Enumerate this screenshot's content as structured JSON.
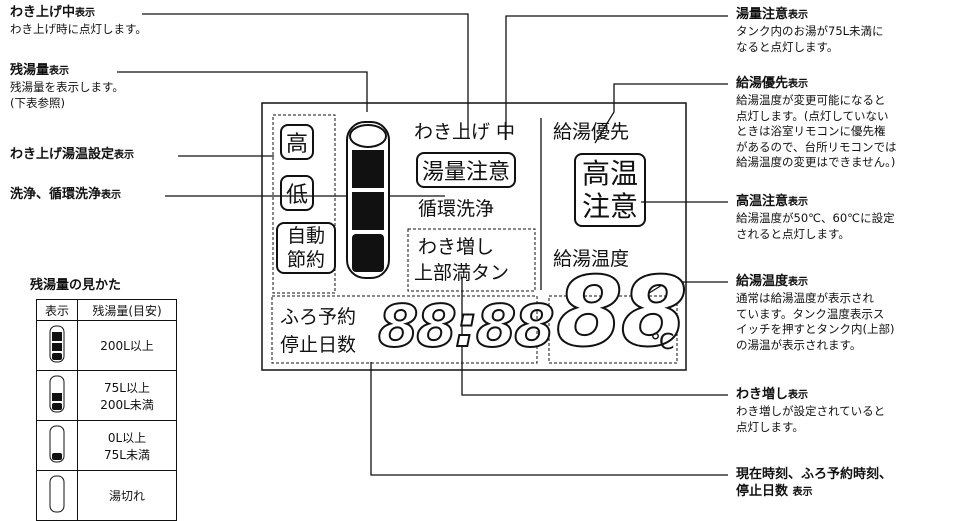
{
  "annotations": {
    "wakiage_chu": {
      "title": "わき上げ中",
      "suffix": "表示",
      "desc": [
        "わき上げ時に点灯します。"
      ]
    },
    "zanyu": {
      "title": "残湯量",
      "suffix": "表示",
      "desc": [
        "残湯量を表示します。",
        "(下表参照)"
      ]
    },
    "wakiage_ondo": {
      "title": "わき上げ湯温設定",
      "suffix": "表示",
      "desc": []
    },
    "senjo": {
      "title": "洗浄、循環洗浄",
      "suffix": "表示",
      "desc": []
    },
    "yuryo_chui": {
      "title": "湯量注意",
      "suffix": "表示",
      "desc": [
        "タンク内のお湯が75L未満に",
        "なると点灯します。"
      ]
    },
    "kyuto_yusen": {
      "title": "給湯優先",
      "suffix": "表示",
      "desc": [
        "給湯温度が変更可能になると",
        "点灯します。(点灯していない",
        "ときは浴室リモコンに優先権",
        "があるので、台所リモコンでは",
        "給湯温度の変更はできません。)"
      ]
    },
    "koon_chui": {
      "title": "高温注意",
      "suffix": "表示",
      "desc": [
        "給湯温度が50℃、60℃に設定",
        "されると点灯します。"
      ]
    },
    "kyuto_ondo": {
      "title": "給湯温度",
      "suffix": "表示",
      "desc": [
        "通常は給湯温度が表示され",
        "ています。タンク温度表示ス",
        "イッチを押すとタンク内(上部)",
        "の湯温が表示されます。"
      ]
    },
    "wakimashi": {
      "title": "わき増し",
      "suffix": "表示",
      "desc": [
        "わき増しが設定されていると",
        "点灯します。"
      ]
    },
    "genzai": {
      "title": [
        "現在時刻、ふろ予約時刻、",
        "停止日数"
      ],
      "suffix": "表示",
      "desc": []
    }
  },
  "display": {
    "high": "高",
    "low": "低",
    "auto": "自動",
    "save": "節約",
    "wakiage_chu": "わき上げ 中",
    "yuryo_chui": "湯量注意",
    "junkan_senjo": "循環洗浄",
    "wakimashi": "わき増し",
    "jobu_mantan": "上部満タン",
    "kyuto_yusen": "給湯優先",
    "koon": "高温",
    "chui": "注意",
    "kyuto_ondo": "給湯温度",
    "furo_yoyaku": "ふろ予約",
    "teishi_nissu": "停止日数",
    "time_digits": "88:88",
    "temp_digits": "88",
    "celsius": "℃"
  },
  "reference_table": {
    "title": "残湯量の見かた",
    "headers": [
      "表示",
      "残湯量(目安)"
    ],
    "rows": [
      {
        "level": 3,
        "label": [
          "200L以上"
        ]
      },
      {
        "level": 2,
        "label": [
          "75L以上",
          "200L未満"
        ]
      },
      {
        "level": 1,
        "label": [
          "0L以上",
          "75L未満"
        ]
      },
      {
        "level": 0,
        "label": [
          "湯切れ"
        ]
      }
    ]
  }
}
